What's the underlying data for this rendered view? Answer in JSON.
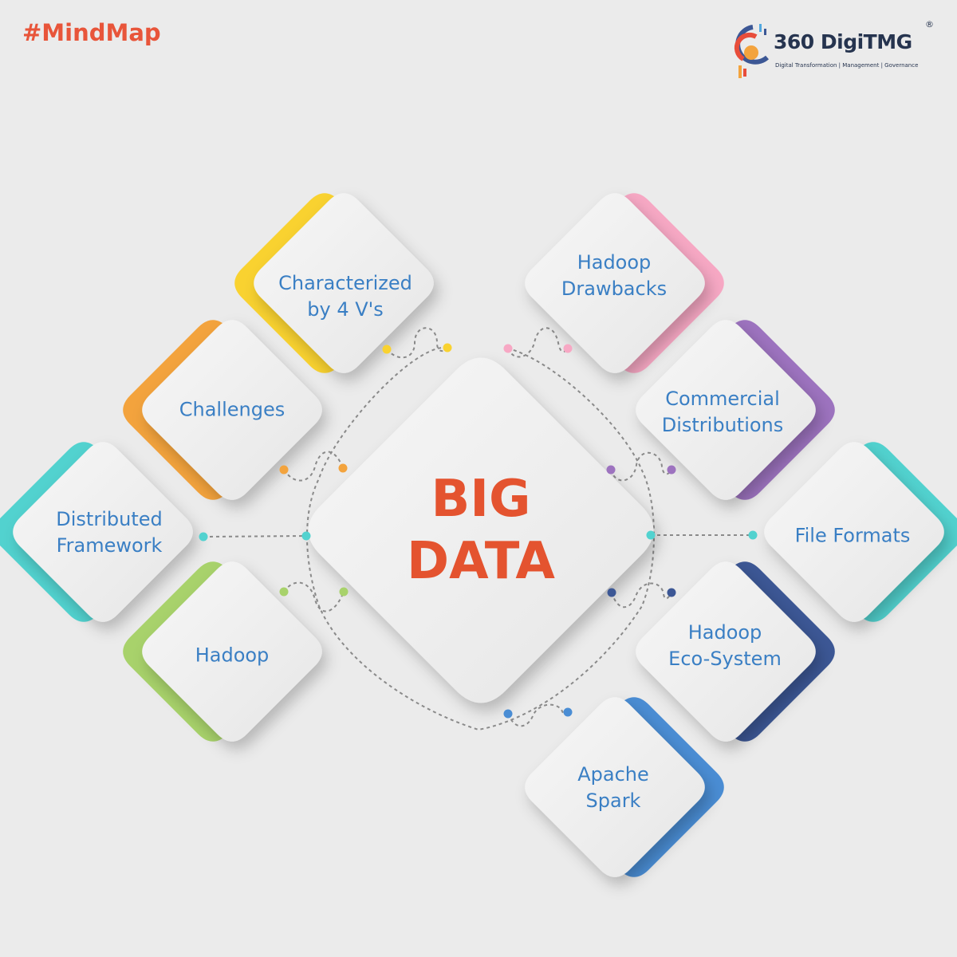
{
  "header": {
    "hashtag": "#MindMap"
  },
  "logo": {
    "name": "360 DigiTMG",
    "registered_mark": "®",
    "tagline": "Digital Transformation | Management | Governance"
  },
  "center": {
    "line1": "BIG",
    "line2": "DATA"
  },
  "nodes": [
    {
      "id": "characterized",
      "lines": [
        "Characterized",
        "by 4 V's"
      ],
      "accent": "#f9d230"
    },
    {
      "id": "challenges",
      "lines": [
        "Challenges"
      ],
      "accent": "#f3a33d"
    },
    {
      "id": "distributed",
      "lines": [
        "Distributed",
        "Framework"
      ],
      "accent": "#52d2cf"
    },
    {
      "id": "hadoop",
      "lines": [
        "Hadoop"
      ],
      "accent": "#a8d26b"
    },
    {
      "id": "drawbacks",
      "lines": [
        "Hadoop",
        "Drawbacks"
      ],
      "accent": "#f7a8c4"
    },
    {
      "id": "commercial",
      "lines": [
        "Commercial",
        "Distributions"
      ],
      "accent": "#9d73bf"
    },
    {
      "id": "fileformats",
      "lines": [
        "File Formats"
      ],
      "accent": "#52d2cf"
    },
    {
      "id": "ecosystem",
      "lines": [
        "Hadoop",
        "Eco-System"
      ],
      "accent": "#3c5795"
    },
    {
      "id": "spark",
      "lines": [
        "Apache",
        "Spark"
      ],
      "accent": "#4a8dd4"
    }
  ],
  "colors": {
    "label": "#3a7fc4",
    "center": "#e4532f",
    "hashtag": "#e8553a",
    "connector": "#8a8a8a"
  }
}
